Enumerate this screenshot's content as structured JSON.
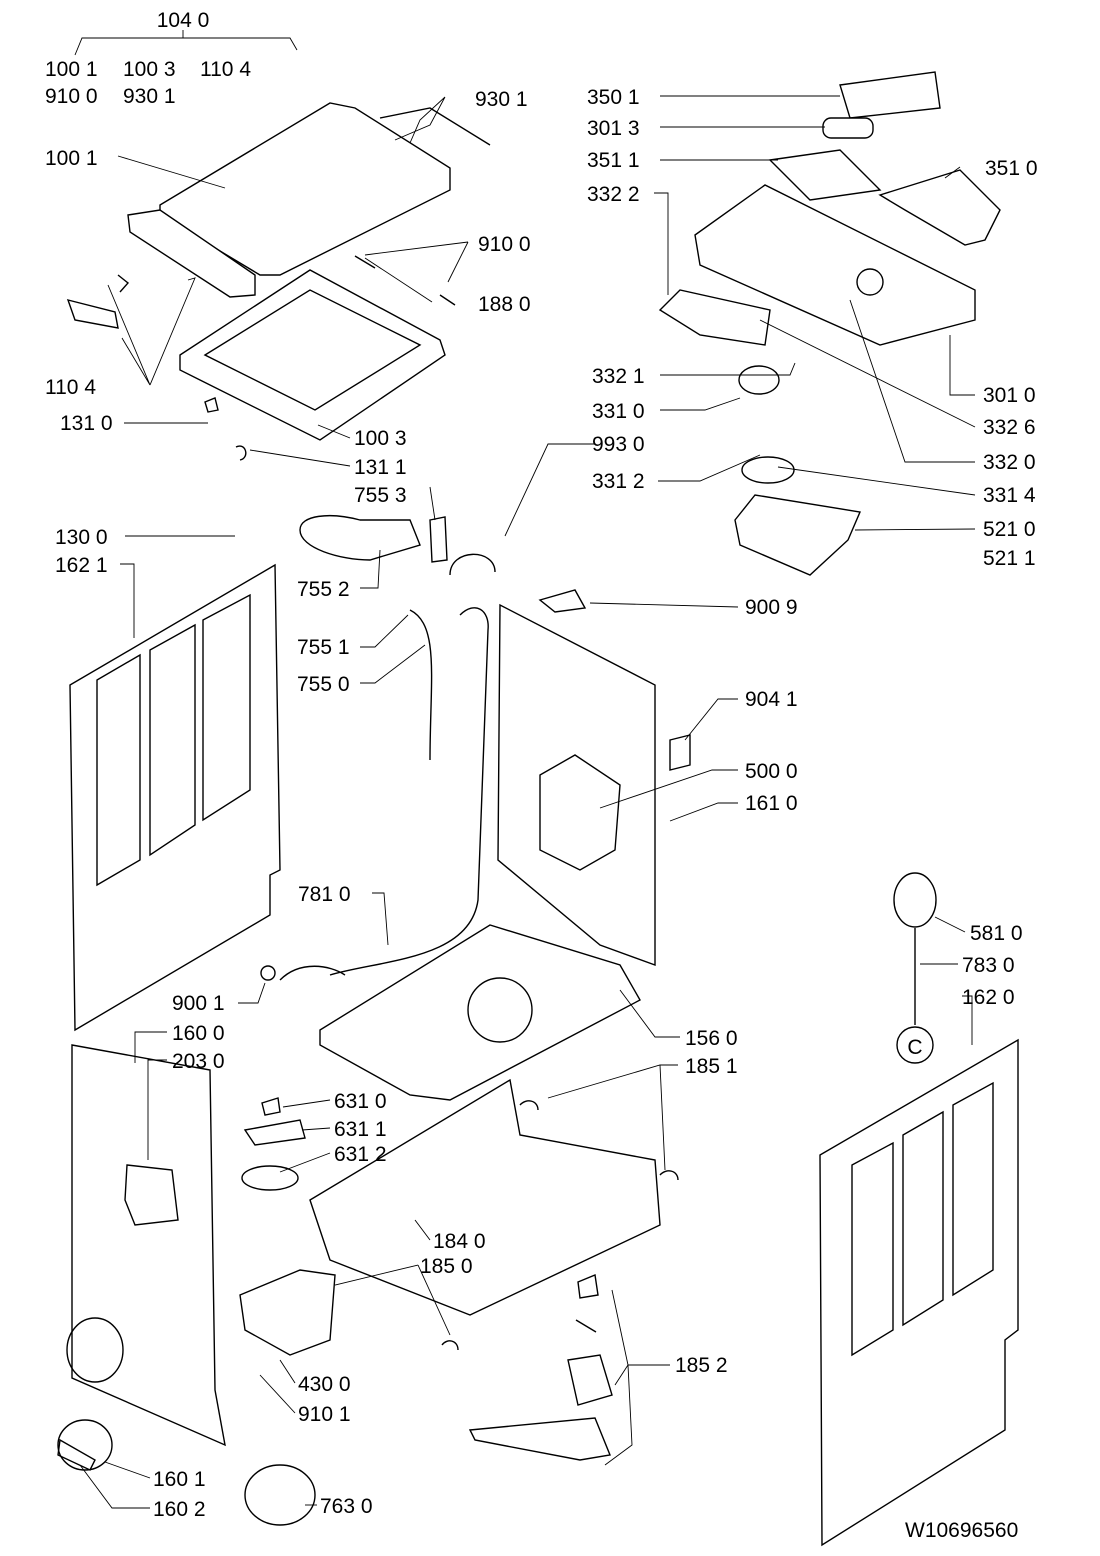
{
  "group_header": {
    "label": "104 0",
    "members": [
      "100 1",
      "100 3",
      "110 4",
      "910 0",
      "930 1"
    ]
  },
  "drawing_number": "W10696560",
  "callouts": [
    "930 1",
    "100 1",
    "910 0",
    "188 0",
    "110 4",
    "131 0",
    "100 3",
    "131 1",
    "755 3",
    "130 0",
    "162 1",
    "755 2",
    "755 1",
    "755 0",
    "350 1",
    "301 3",
    "351 1",
    "351 0",
    "332 2",
    "301 0",
    "332 1",
    "331 0",
    "332 6",
    "993 0",
    "332 0",
    "331 2",
    "331 4",
    "521 0",
    "521 1",
    "900 9",
    "904 1",
    "500 0",
    "161 0",
    "781 0",
    "900 1",
    "160 0",
    "203 0",
    "156 0",
    "185 1",
    "581 0",
    "783 0",
    "162 0",
    "631 0",
    "631 1",
    "631 2",
    "184 0",
    "185 0",
    "430 0",
    "910 1",
    "185 2",
    "160 1",
    "160 2",
    "763 0"
  ],
  "connector_marker": "C",
  "colors": {
    "line": "#000000",
    "background": "#ffffff"
  }
}
